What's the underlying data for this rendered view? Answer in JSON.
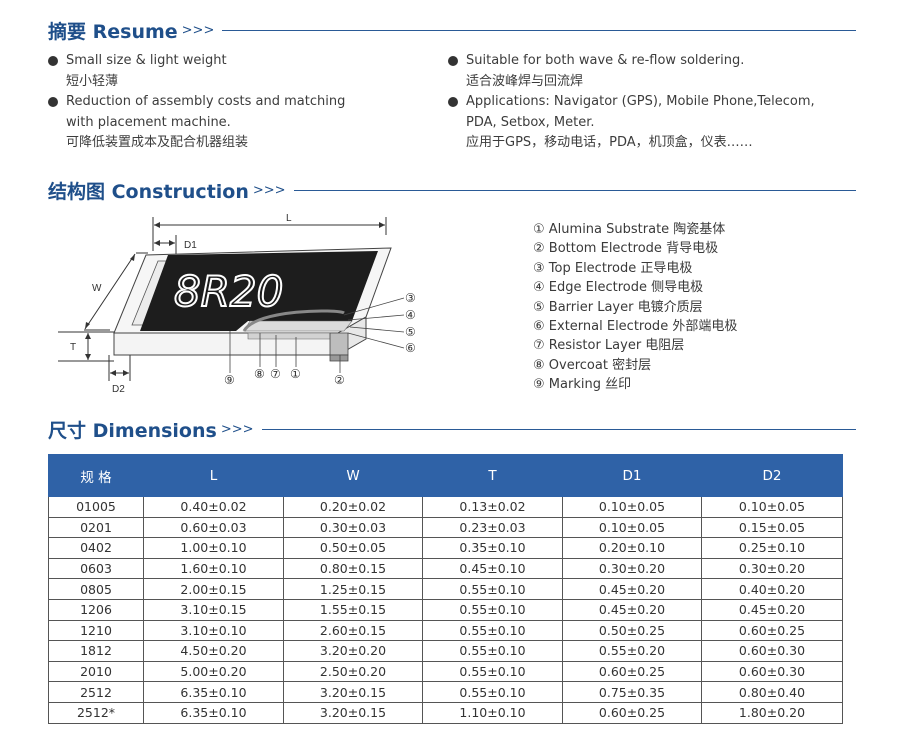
{
  "resume": {
    "title": "摘要 Resume",
    "arrows": ">>>",
    "left": [
      {
        "en": "Small size & light weight",
        "cn": "短小轻薄"
      },
      {
        "en": "Reduction of assembly costs and matching",
        "en2": "with placement machine.",
        "cn": "可降低装置成本及配合机器组装"
      }
    ],
    "right": [
      {
        "en": "Suitable for both wave & re-flow soldering.",
        "cn": "适合波峰焊与回流焊"
      },
      {
        "en": "Applications: Navigator (GPS), Mobile Phone,Telecom,",
        "en2": "PDA, Setbox, Meter.",
        "cn": "应用于GPS，移动电话，PDA，机顶盒，仪表……"
      }
    ]
  },
  "construction": {
    "title": "结构图 Construction",
    "arrows": ">>>",
    "diagram": {
      "marking_text": "8R20",
      "dim_labels": {
        "L": "L",
        "D1": "D1",
        "W": "W",
        "T": "T",
        "D2": "D2"
      },
      "callouts": [
        "③",
        "④",
        "⑤",
        "⑥",
        "⑨",
        "⑧",
        "⑦",
        "①",
        "②"
      ]
    },
    "legend": [
      "① Alumina Substrate 陶瓷基体",
      "② Bottom Electrode 背导电极",
      "③ Top Electrode  正导电极",
      "④ Edge Electrode 侧导电极",
      "⑤ Barrier Layer 电镀介质层",
      "⑥ External Electrode 外部端电极",
      "⑦ Resistor Layer 电阻层",
      "⑧ Overcoat 密封层",
      "⑨ Marking 丝印"
    ]
  },
  "dimensions": {
    "title": "尺寸 Dimensions",
    "arrows": ">>>",
    "headers": [
      "规 格",
      "L",
      "W",
      "T",
      "D1",
      "D2"
    ],
    "rows": [
      [
        "01005",
        "0.40±0.02",
        "0.20±0.02",
        "0.13±0.02",
        "0.10±0.05",
        "0.10±0.05"
      ],
      [
        "0201",
        "0.60±0.03",
        "0.30±0.03",
        "0.23±0.03",
        "0.10±0.05",
        "0.15±0.05"
      ],
      [
        "0402",
        "1.00±0.10",
        "0.50±0.05",
        "0.35±0.10",
        "0.20±0.10",
        "0.25±0.10"
      ],
      [
        "0603",
        "1.60±0.10",
        "0.80±0.15",
        "0.45±0.10",
        "0.30±0.20",
        "0.30±0.20"
      ],
      [
        "0805",
        "2.00±0.15",
        "1.25±0.15",
        "0.55±0.10",
        "0.45±0.20",
        "0.40±0.20"
      ],
      [
        "1206",
        "3.10±0.15",
        "1.55±0.15",
        "0.55±0.10",
        "0.45±0.20",
        "0.45±0.20"
      ],
      [
        "1210",
        "3.10±0.10",
        "2.60±0.15",
        "0.55±0.10",
        "0.50±0.25",
        "0.60±0.25"
      ],
      [
        "1812",
        "4.50±0.20",
        "3.20±0.20",
        "0.55±0.10",
        "0.55±0.20",
        "0.60±0.30"
      ],
      [
        "2010",
        "5.00±0.20",
        "2.50±0.20",
        "0.55±0.10",
        "0.60±0.25",
        "0.60±0.30"
      ],
      [
        "2512",
        "6.35±0.10",
        "3.20±0.15",
        "0.55±0.10",
        "0.75±0.35",
        "0.80±0.40"
      ],
      [
        "2512*",
        "6.35±0.10",
        "3.20±0.15",
        "1.10±0.10",
        "0.60±0.25",
        "1.80±0.20"
      ]
    ]
  }
}
